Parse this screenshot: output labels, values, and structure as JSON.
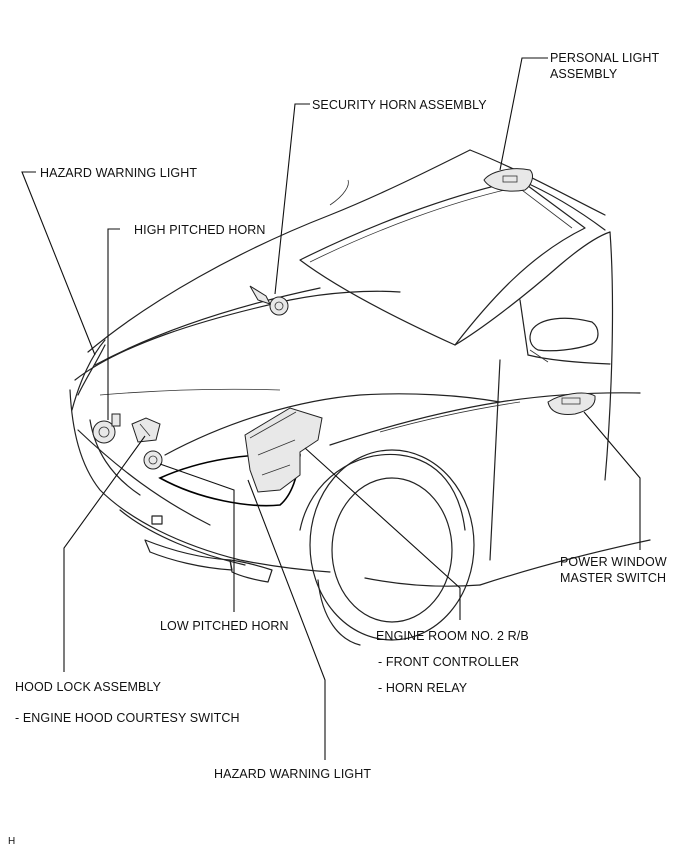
{
  "labels": {
    "personal_light_1": "PERSONAL LIGHT",
    "personal_light_2": "ASSEMBLY",
    "security_horn": "SECURITY HORN ASSEMBLY",
    "hazard_top": "HAZARD WARNING LIGHT",
    "high_horn": "HIGH PITCHED HORN",
    "power_window_1": "POWER WINDOW",
    "power_window_2": "MASTER SWITCH",
    "low_horn": "LOW PITCHED HORN",
    "engine_room": "ENGINE ROOM NO. 2 R/B",
    "front_controller": "- FRONT CONTROLLER",
    "horn_relay": "- HORN RELAY",
    "hood_lock": "HOOD LOCK ASSEMBLY",
    "hood_switch": "-  ENGINE HOOD COURTESY SWITCH",
    "hazard_bottom": "HAZARD WARNING LIGHT",
    "corner_mark": "H"
  }
}
